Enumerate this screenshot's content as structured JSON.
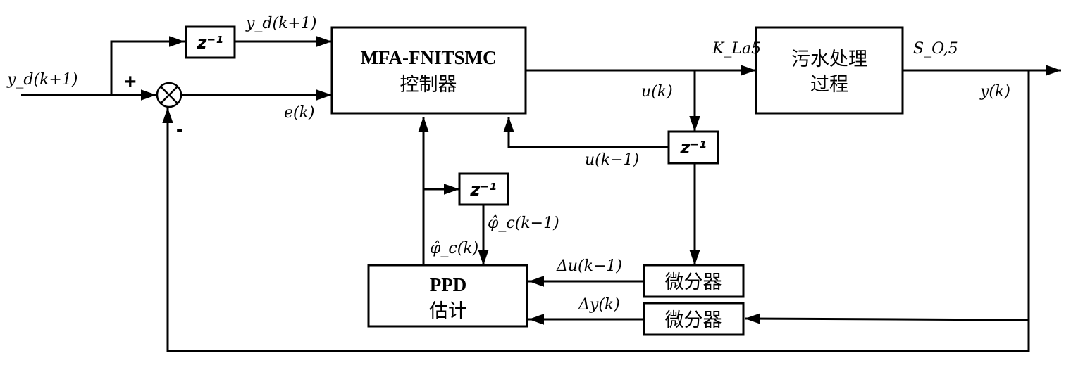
{
  "blocks": {
    "controller": {
      "line1": "MFA-FNITSMC",
      "line2": "控制器"
    },
    "process": {
      "line1": "污水处理",
      "line2": "过程"
    },
    "estimator": {
      "line1": "PPD",
      "line2": "估计"
    },
    "diff_u": "微分器",
    "diff_y": "微分器",
    "delay_label": "z⁻¹"
  },
  "signs": {
    "plus": "+",
    "minus": "-"
  },
  "signals": {
    "yd_input": "y_d(k+1)",
    "yd_top": "y_d(k+1)",
    "error": "e(k)",
    "control_input": "K_La5",
    "output_var": "S_O,5",
    "u_k": "u(k)",
    "y_k": "y(k)",
    "u_k1": "u(k−1)",
    "phi_k1": "φ̂_c(k−1)",
    "phi_k": "φ̂_c(k)",
    "du_k1": "Δu(k−1)",
    "dy_k": "Δy(k)"
  }
}
